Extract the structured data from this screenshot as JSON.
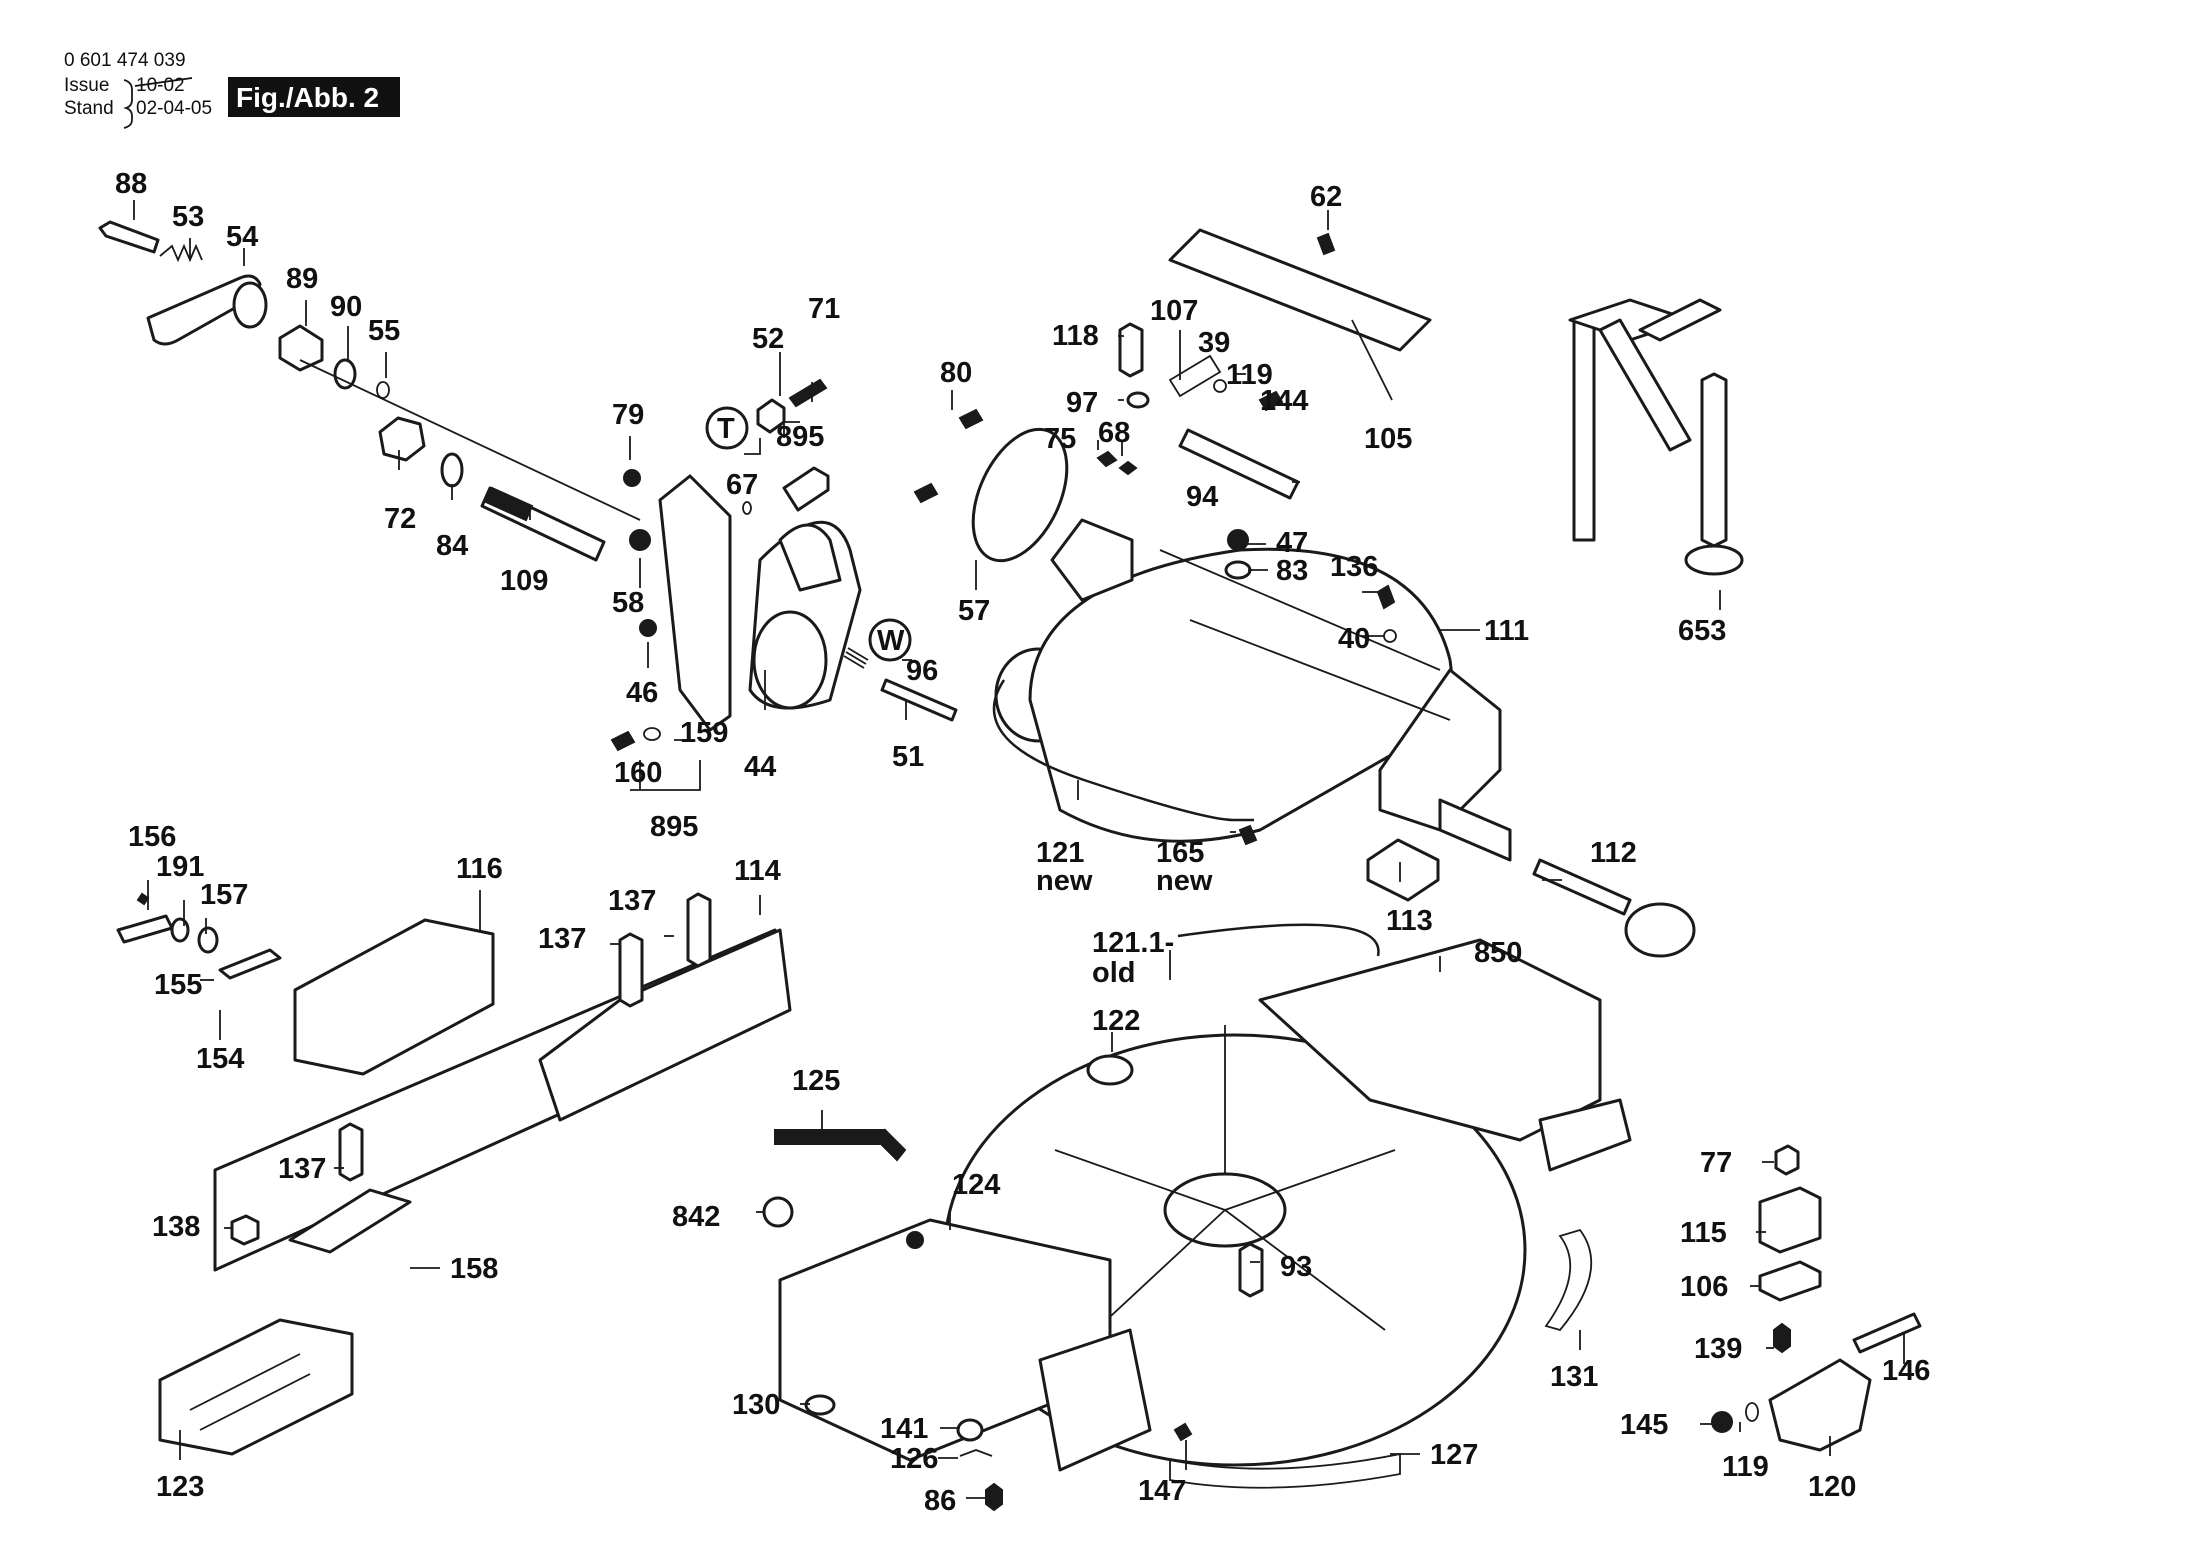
{
  "header": {
    "doc_number": "0 601 474 039",
    "issue_label": "Issue",
    "issue_value": "10-02",
    "stand_label": "Stand",
    "stand_value": "02-04-05",
    "figure_label": "Fig./Abb. 2"
  },
  "callouts": [
    "88",
    "53",
    "54",
    "89",
    "90",
    "55",
    "72",
    "84",
    "109",
    "79",
    "58",
    "46",
    "160",
    "159",
    "895",
    "44",
    "52",
    "71",
    "T",
    "895",
    "67",
    "W",
    "96",
    "51",
    "80",
    "75",
    "68",
    "57",
    "118",
    "97",
    "107",
    "39",
    "119",
    "144",
    "94",
    "62",
    "105",
    "47",
    "83",
    "136",
    "40",
    "111",
    "653",
    "121",
    "new",
    "165",
    "new",
    "112",
    "113",
    "156",
    "191",
    "157",
    "155",
    "154",
    "116",
    "137",
    "114",
    "137",
    "137",
    "138",
    "158",
    "123",
    "121.1-",
    "old",
    "122",
    "850",
    "125",
    "124",
    "842",
    "93",
    "130",
    "141",
    "126",
    "86",
    "147",
    "127",
    "131",
    "77",
    "115",
    "106",
    "139",
    "146",
    "145",
    "119",
    "120"
  ]
}
